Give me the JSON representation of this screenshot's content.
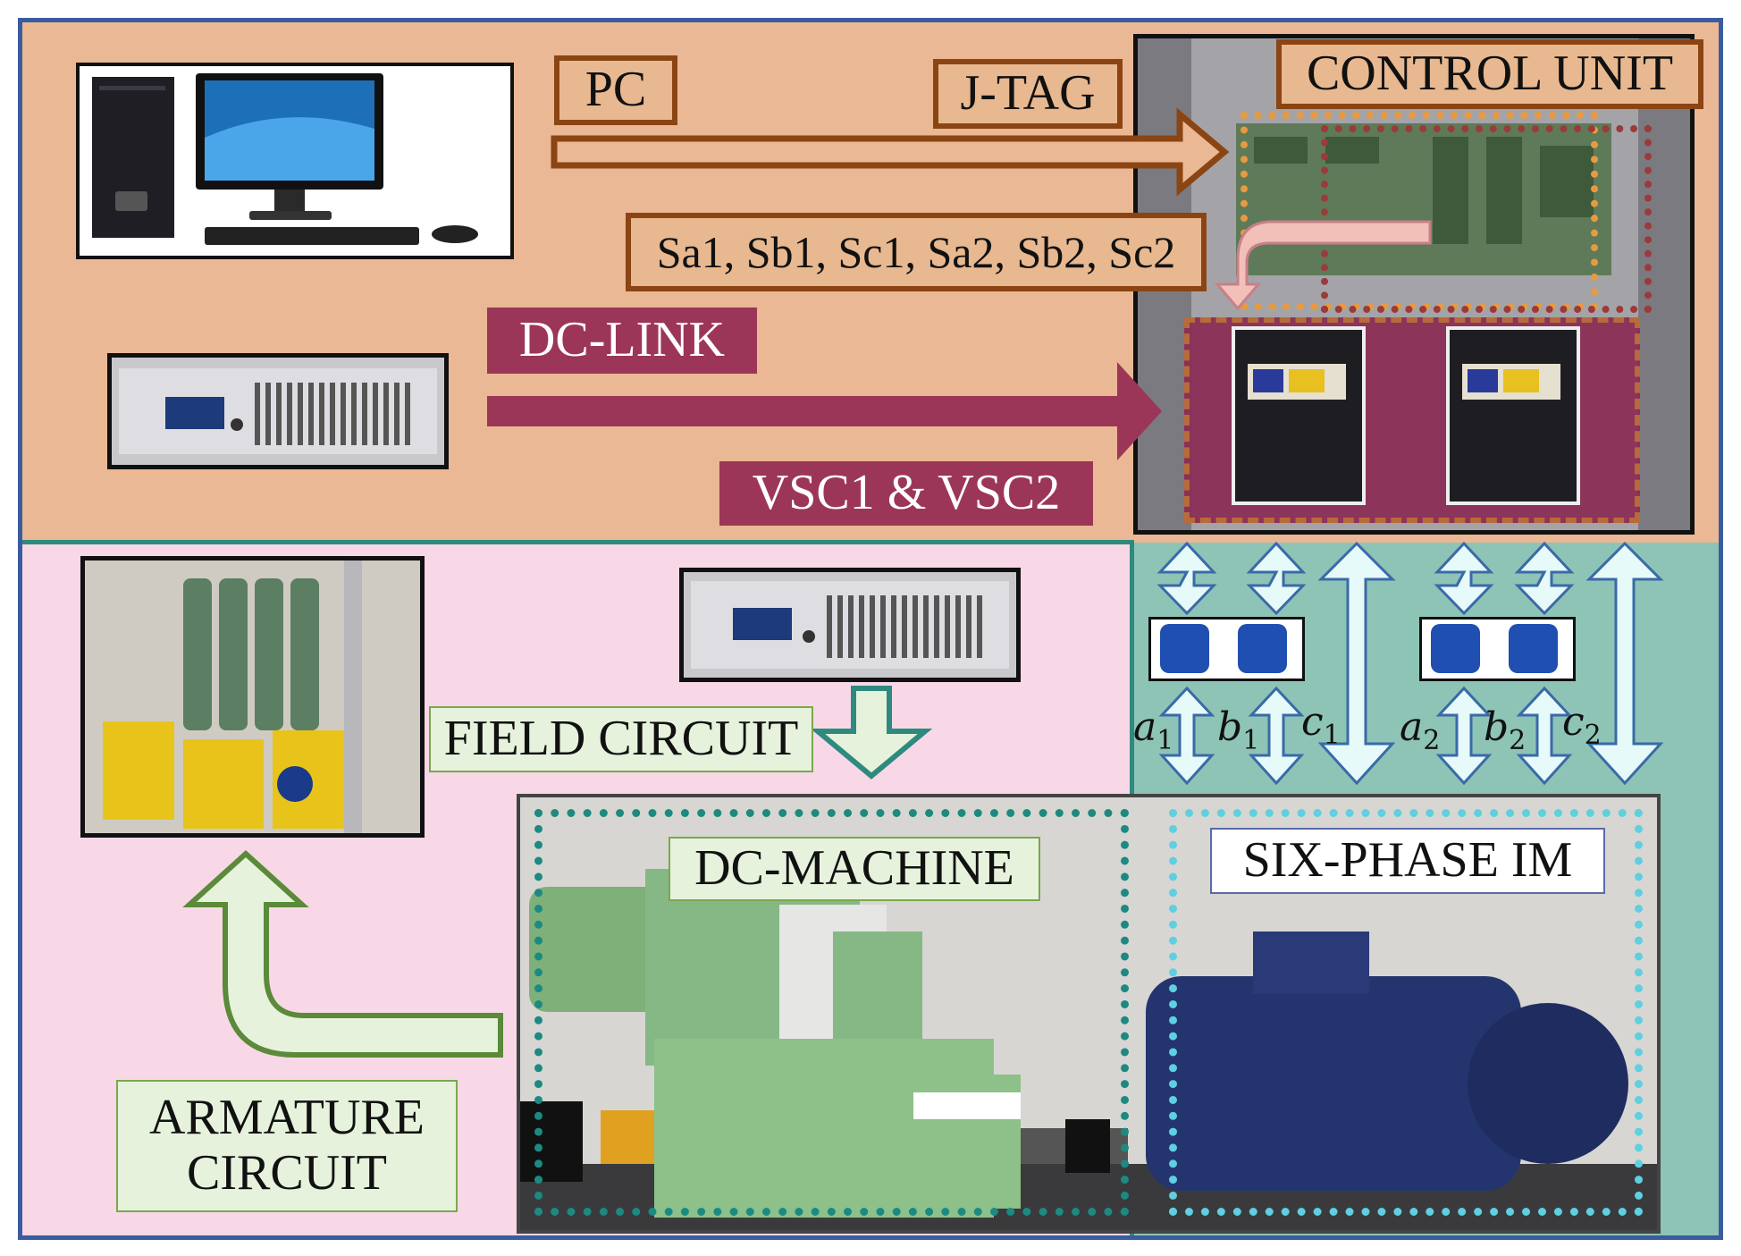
{
  "labels": {
    "pc": "PC",
    "jtag": "J-TAG",
    "control_unit": "CONTROL UNIT",
    "signals": "Sa1, Sb1, Sc1, Sa2, Sb2, Sc2",
    "dc_link": "DC-LINK",
    "vsc": "VSC1 & VSC2",
    "field_circuit": "FIELD CIRCUIT",
    "dc_machine": "DC-MACHINE",
    "six_phase_im": "SIX-PHASE IM",
    "armature_line1": "ARMATURE",
    "armature_line2": "CIRCUIT"
  },
  "phases": [
    {
      "letter": "a",
      "sub": "1"
    },
    {
      "letter": "b",
      "sub": "1"
    },
    {
      "letter": "c",
      "sub": "1"
    },
    {
      "letter": "a",
      "sub": "2"
    },
    {
      "letter": "b",
      "sub": "2"
    },
    {
      "letter": "c",
      "sub": "2"
    }
  ],
  "colors": {
    "top_region": "#eab894",
    "bottom_left_region": "#f8d8e6",
    "bottom_right_region": "#8ec4b6",
    "outer_border": "#3b5ba0",
    "divider": "#2e8a7e",
    "brown": "#8b4513",
    "maroon": "#9c3658",
    "green_arrow": "#5a8a3a",
    "teal_arrow": "#2e8a7e",
    "cyan_dash": "#5ed0e0",
    "teal_dash": "#1c8a80"
  }
}
